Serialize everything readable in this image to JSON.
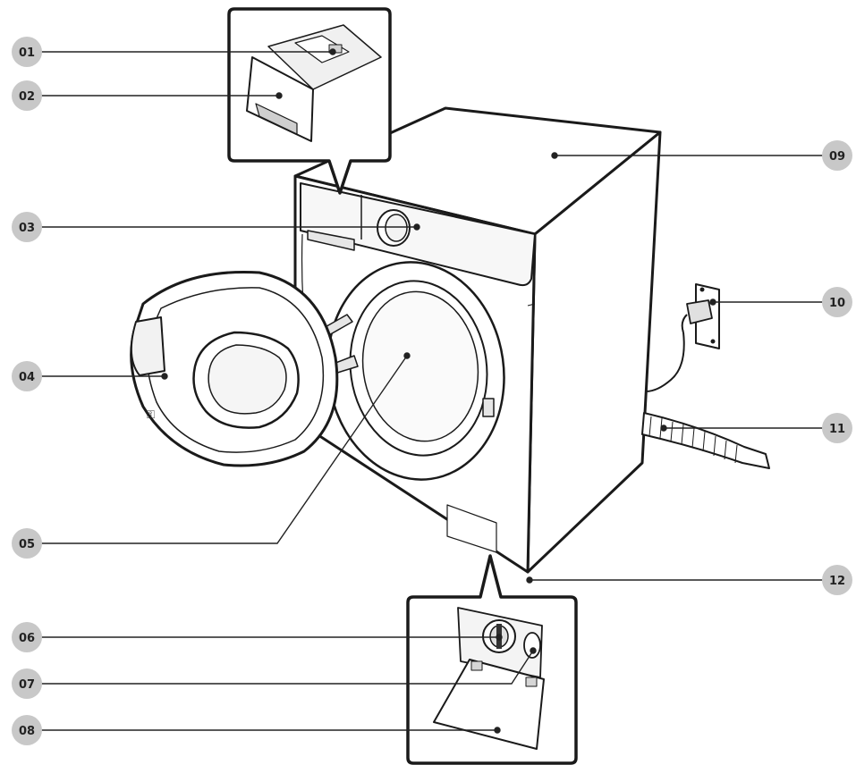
{
  "callouts": [
    {
      "id": "01",
      "label": "01"
    },
    {
      "id": "02",
      "label": "02"
    },
    {
      "id": "03",
      "label": "03"
    },
    {
      "id": "04",
      "label": "04"
    },
    {
      "id": "05",
      "label": "05"
    },
    {
      "id": "06",
      "label": "06"
    },
    {
      "id": "07",
      "label": "07"
    },
    {
      "id": "08",
      "label": "08"
    },
    {
      "id": "09",
      "label": "09"
    },
    {
      "id": "10",
      "label": "10"
    },
    {
      "id": "11",
      "label": "11"
    },
    {
      "id": "12",
      "label": "12"
    }
  ],
  "colors": {
    "badge_fill": "#c8c8c8",
    "leader_line": "#222222",
    "outline": "#1a1a1a",
    "body_fill": "#ffffff",
    "shade": "#e6e6e6"
  }
}
